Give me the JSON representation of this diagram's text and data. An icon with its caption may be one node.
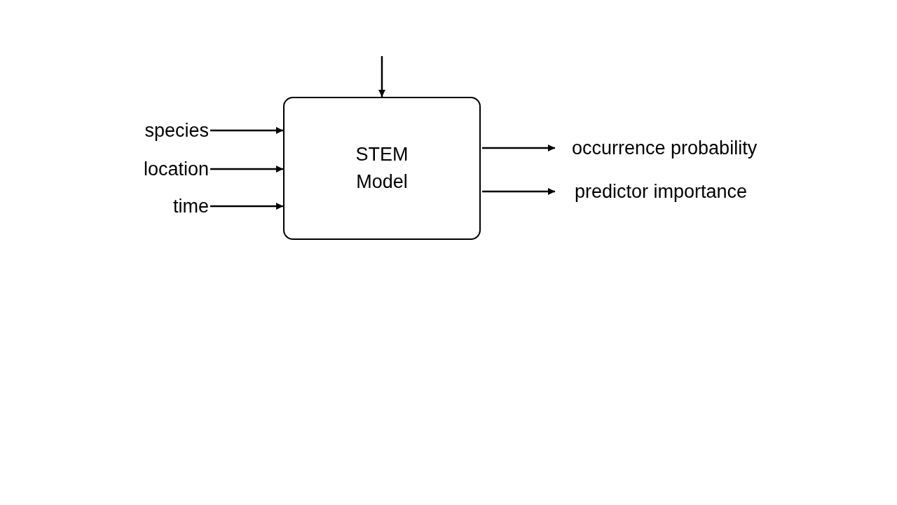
{
  "diagram": {
    "nodes": [
      {
        "text": [
          "species"
        ]
      },
      {
        "text": [
          "location"
        ]
      },
      {
        "text": [
          "time"
        ]
      },
      {
        "text": [
          "STEM Model"
        ]
      },
      {
        "text": [
          "occurrence probability"
        ]
      },
      {
        "text": [
          "predictor importance"
        ]
      }
    ],
    "edges": [
      {
        "from": 0,
        "to": 3,
        "arrow": "to"
      },
      {
        "from": 1,
        "to": 3,
        "arrow": "to"
      },
      {
        "from": 2,
        "to": 3,
        "arrow": "to"
      },
      {
        "from": null,
        "to": 3,
        "arrow": "to"
      },
      {
        "from": 3,
        "to": 4,
        "arrow": "to"
      },
      {
        "from": 3,
        "to": 5,
        "arrow": "to"
      }
    ]
  }
}
